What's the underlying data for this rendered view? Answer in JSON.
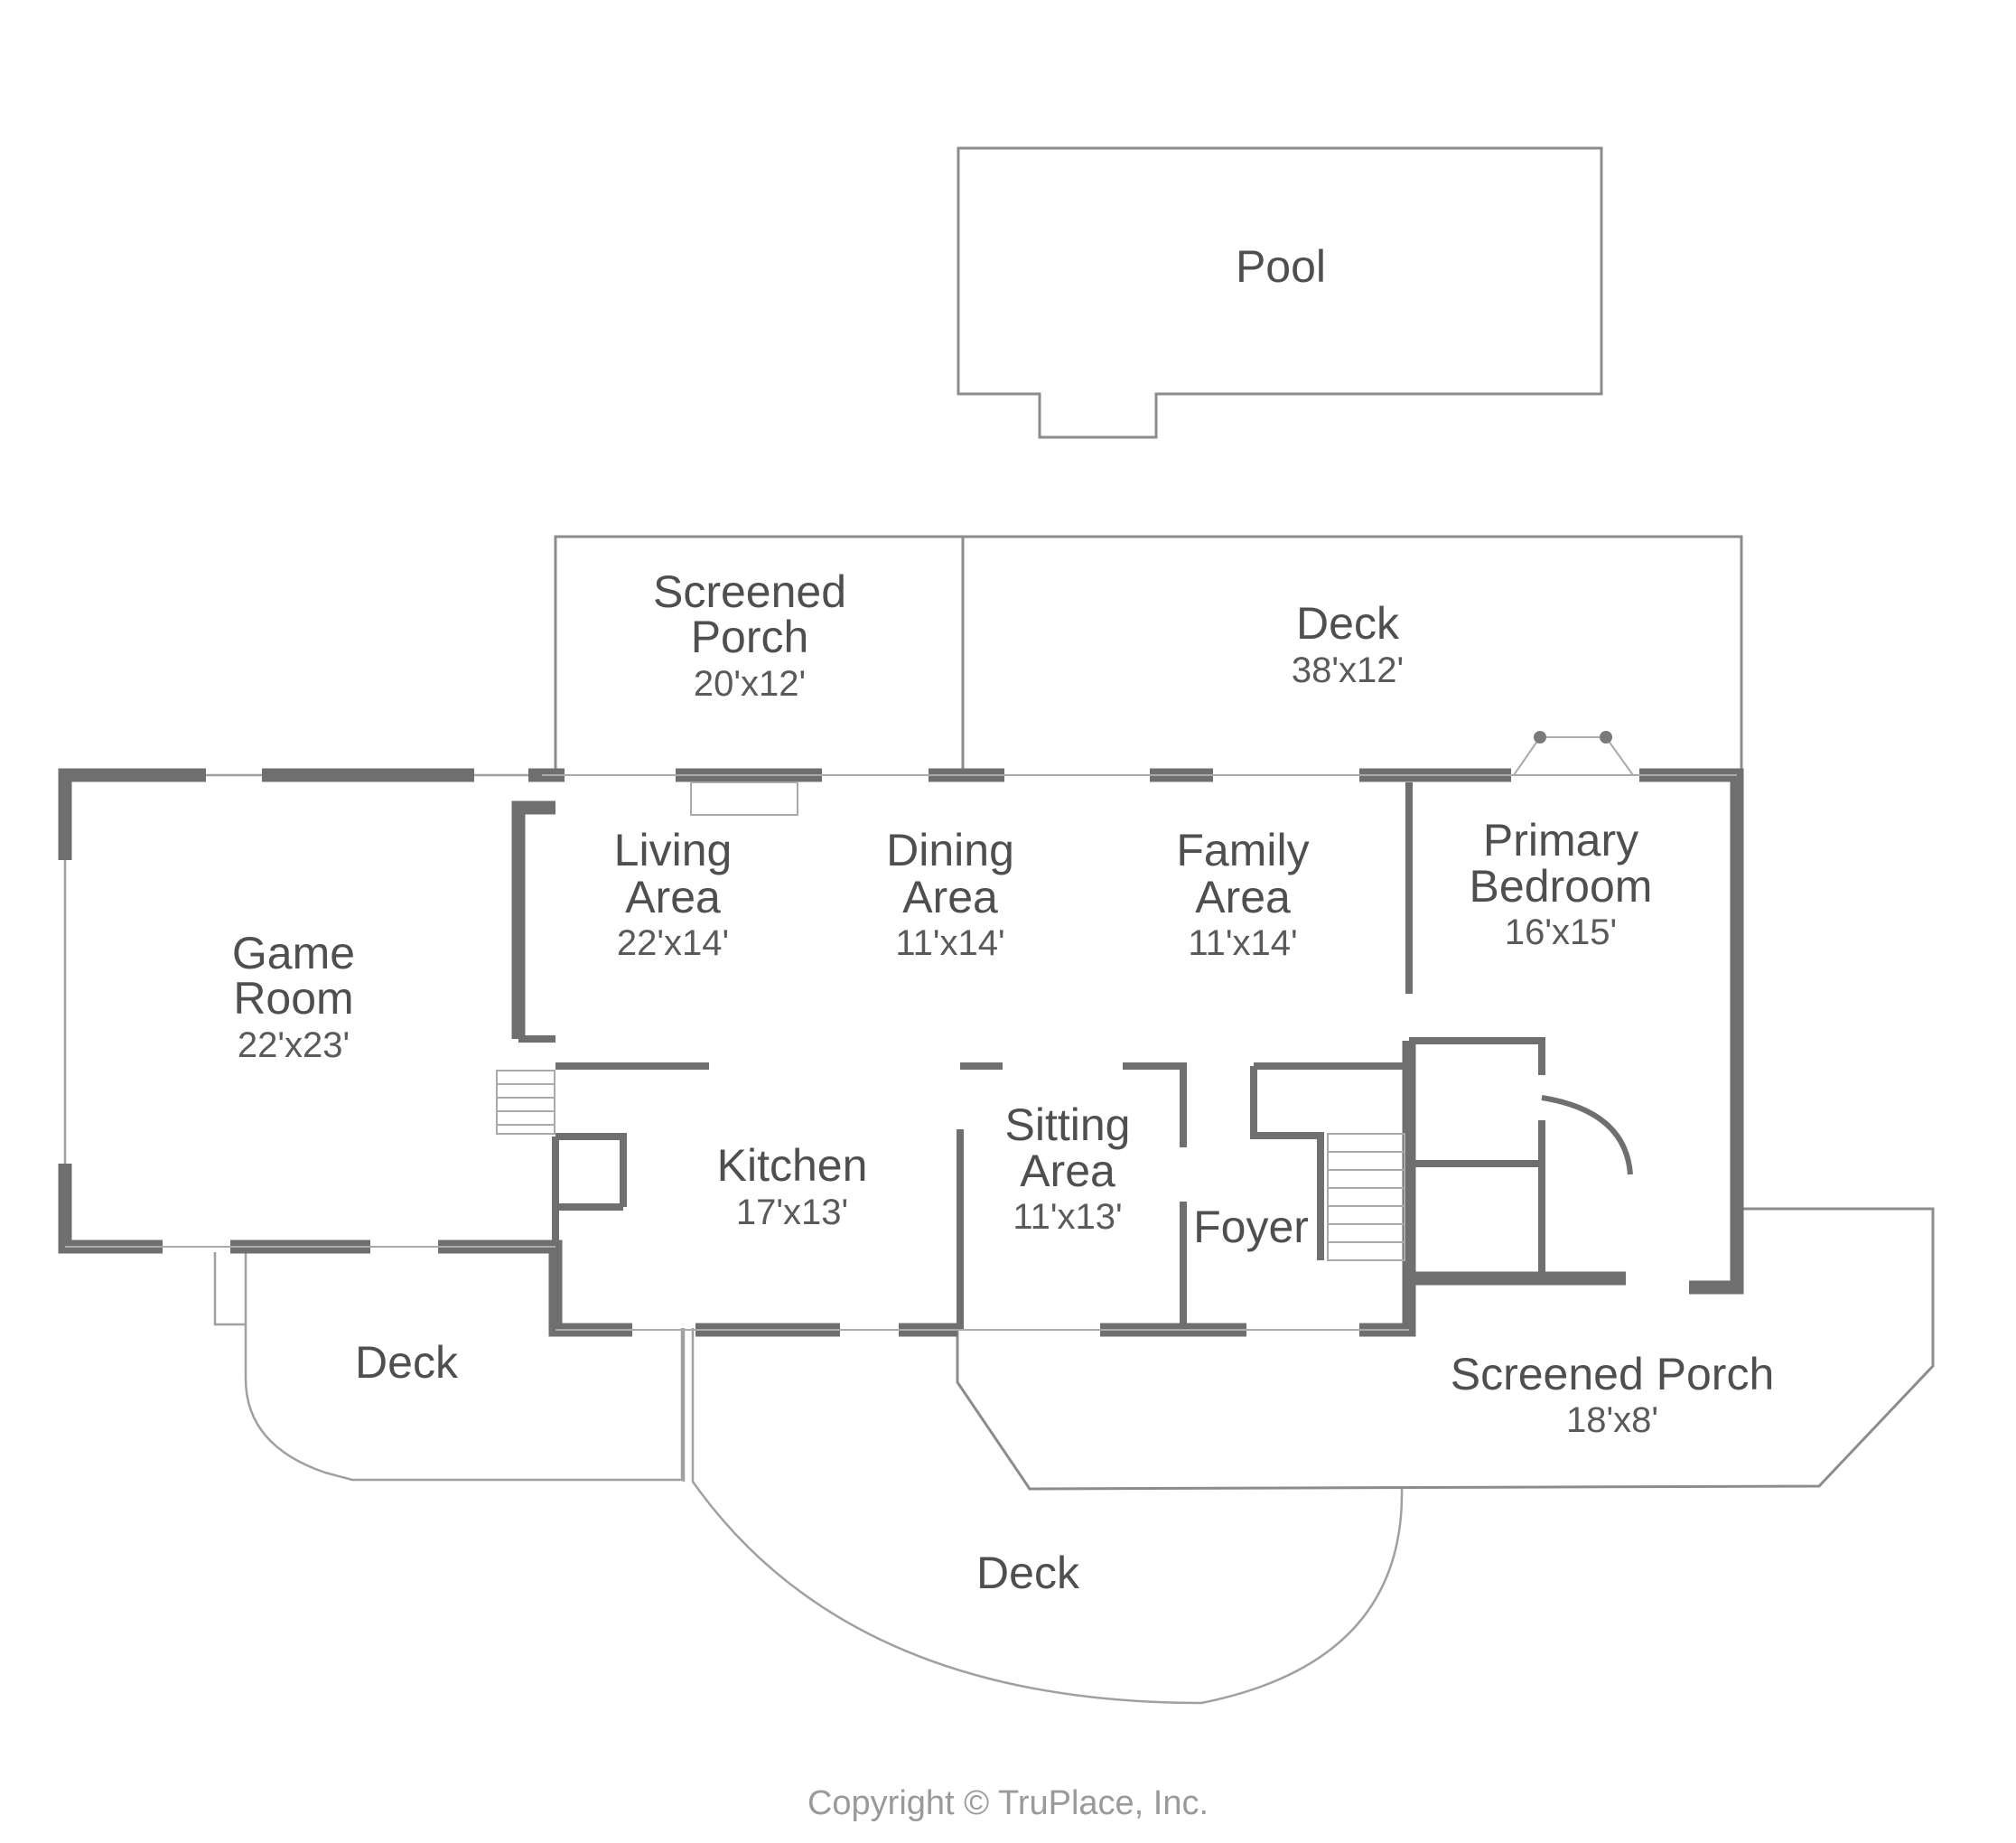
{
  "rooms": {
    "pool": {
      "name": "Pool"
    },
    "screened_porch_top": {
      "name_line1": "Screened",
      "name_line2": "Porch",
      "dims": "20'x12'"
    },
    "deck_top": {
      "name": "Deck",
      "dims": "38'x12'"
    },
    "game_room": {
      "name_line1": "Game",
      "name_line2": "Room",
      "dims": "22'x23'"
    },
    "living_area": {
      "name_line1": "Living",
      "name_line2": "Area",
      "dims": "22'x14'"
    },
    "dining_area": {
      "name_line1": "Dining",
      "name_line2": "Area",
      "dims": "11'x14'"
    },
    "family_area": {
      "name_line1": "Family",
      "name_line2": "Area",
      "dims": "11'x14'"
    },
    "primary_bedroom": {
      "name_line1": "Primary",
      "name_line2": "Bedroom",
      "dims": "16'x15'"
    },
    "kitchen": {
      "name": "Kitchen",
      "dims": "17'x13'"
    },
    "sitting_area": {
      "name_line1": "Sitting",
      "name_line2": "Area",
      "dims": "11'x13'"
    },
    "foyer": {
      "name": "Foyer"
    },
    "deck_left": {
      "name": "Deck"
    },
    "deck_bottom": {
      "name": "Deck"
    },
    "screened_porch_bottom": {
      "name": "Screened Porch",
      "dims": "18'x8'"
    }
  },
  "copyright": "Copyright © TruPlace, Inc."
}
